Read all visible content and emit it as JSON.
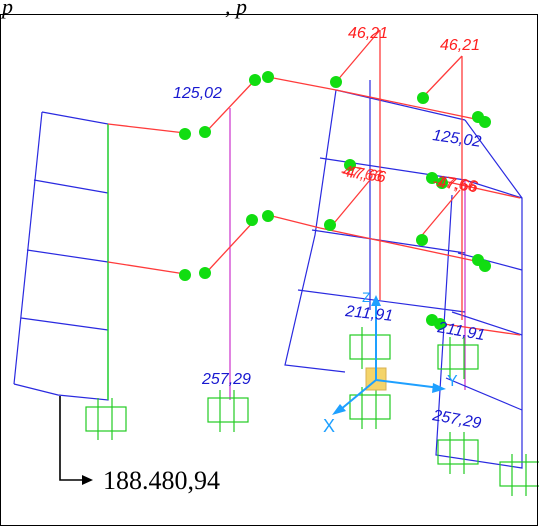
{
  "header": {
    "caption_text": "p",
    "caption_tail": ", p"
  },
  "colors": {
    "frame_blue": "#2a2ae0",
    "beam_red": "#ff3b3b",
    "column_green": "#22dd22",
    "column_magenta": "#d040d0",
    "support_green": "#22cc22",
    "hinge_green": "#11dd11",
    "axis_cyan": "#1ea0ff",
    "label_blue": "#1818d0",
    "label_red": "#ff2020",
    "marker_yellow": "#f4d46a"
  },
  "labels": {
    "red_top_left": "46,21",
    "red_top_right": "46,21",
    "blue_top_left": "125,02",
    "blue_top_right": "125,02",
    "red_mid_left": "-47,66",
    "red_mid_left_overlap": "47,66",
    "red_mid_right": "-47,66",
    "red_mid_right_overlap": "17,66",
    "blue_mid_left": "211,91",
    "blue_mid_right": "211,91",
    "blue_bottom_left": "257,29",
    "blue_bottom_right": "257,29",
    "annotation": "188.480,94"
  },
  "axes": {
    "x_label": "X",
    "y_label": "Y",
    "z_label": "Z"
  }
}
